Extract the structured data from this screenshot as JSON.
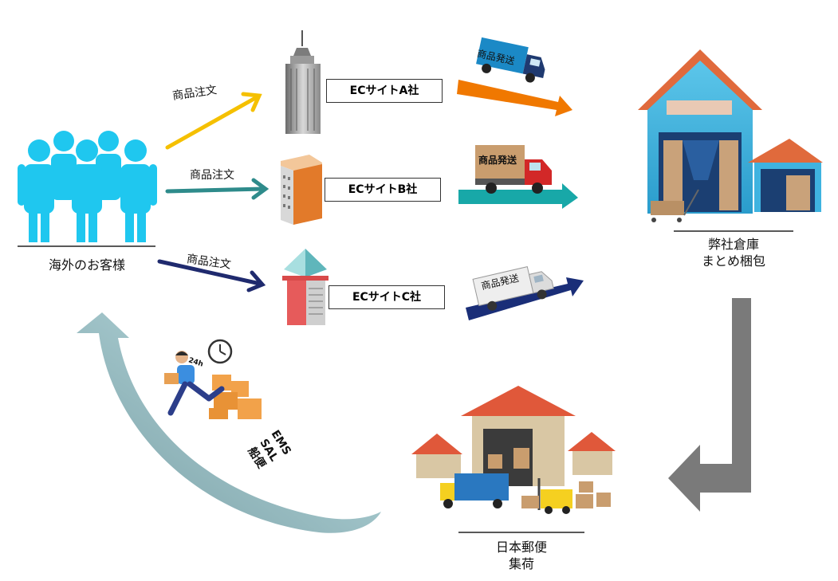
{
  "customers": {
    "label": "海外のお客様"
  },
  "orders": [
    {
      "label": "商品注文"
    },
    {
      "label": "商品注文"
    },
    {
      "label": "商品注文"
    }
  ],
  "ec_sites": [
    {
      "label": "ECサイトA社"
    },
    {
      "label": "ECサイトB社"
    },
    {
      "label": "ECサイトC社"
    }
  ],
  "shipments": [
    {
      "label": "商品発送"
    },
    {
      "label": "商品発送"
    },
    {
      "label": "商品発送"
    }
  ],
  "warehouse": {
    "line1": "弊社倉庫",
    "line2": "まとめ梱包"
  },
  "post_office": {
    "line1": "日本郵便",
    "line2": "集荷"
  },
  "methods": {
    "line1": "EMS",
    "line2": "SAL",
    "line3": "船便"
  },
  "delivery": {
    "clock_text": "24h"
  },
  "colors": {
    "customer_blue": "#1fc7ef",
    "arrow_yellow": "#f5c000",
    "arrow_teal": "#2e8b8b",
    "arrow_navy": "#1f2a6e",
    "ship_orange": "#f07800",
    "ship_teal": "#18a8a8",
    "ship_navy": "#1a2e78",
    "return_arrow": "#8fb9be",
    "down_arrow": "#7a7a7a"
  }
}
